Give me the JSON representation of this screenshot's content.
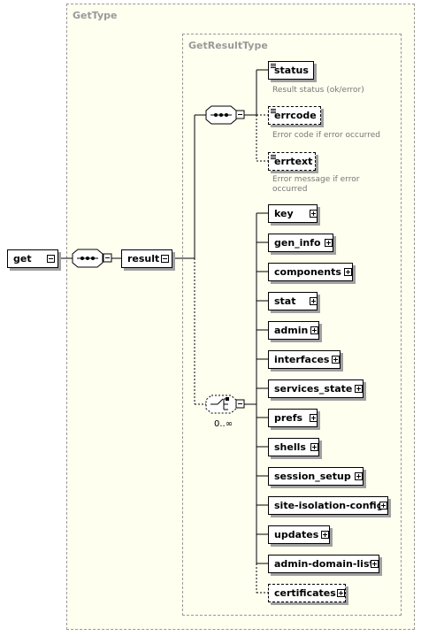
{
  "outer_type": {
    "title": "GetType"
  },
  "inner_type": {
    "title": "GetResultType"
  },
  "root_element": {
    "label": "get"
  },
  "result_element": {
    "label": "result"
  },
  "sequence_elements": [
    {
      "label": "status",
      "doc": "Result status (ok/error)",
      "optional": false
    },
    {
      "label": "errcode",
      "doc": "Error code if error occurred",
      "optional": true
    },
    {
      "label": "errtext",
      "doc": "Error message if error occurred",
      "optional": true
    }
  ],
  "choice_occurrence": "0..∞",
  "choice_elements": [
    {
      "label": "key"
    },
    {
      "label": "gen_info"
    },
    {
      "label": "components"
    },
    {
      "label": "stat"
    },
    {
      "label": "admin"
    },
    {
      "label": "interfaces"
    },
    {
      "label": "services_state"
    },
    {
      "label": "prefs"
    },
    {
      "label": "shells"
    },
    {
      "label": "session_setup"
    },
    {
      "label": "site-isolation-config"
    },
    {
      "label": "updates"
    },
    {
      "label": "admin-domain-list"
    },
    {
      "label": "certificates"
    }
  ]
}
